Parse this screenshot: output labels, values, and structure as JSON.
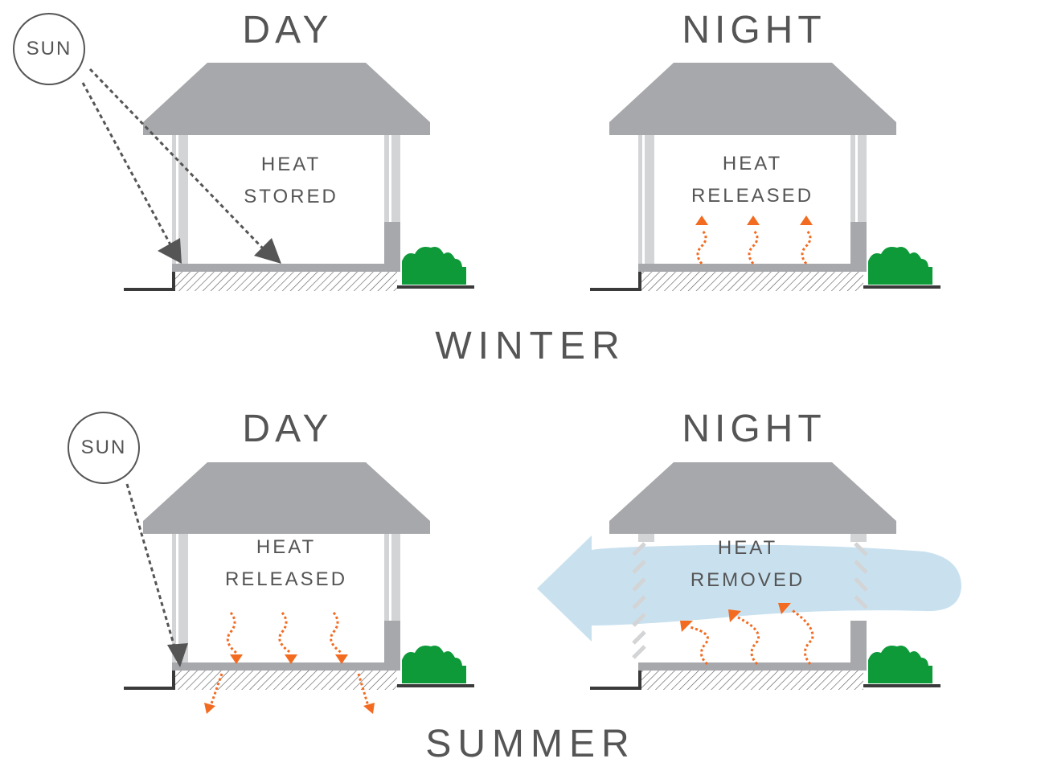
{
  "panels": {
    "winter_day": {
      "heading": "DAY",
      "line1": "HEAT",
      "line2": "STORED"
    },
    "winter_night": {
      "heading": "NIGHT",
      "line1": "HEAT",
      "line2": "RELEASED"
    },
    "summer_day": {
      "heading": "DAY",
      "line1": "HEAT",
      "line2": "RELEASED"
    },
    "summer_night": {
      "heading": "NIGHT",
      "line1": "HEAT",
      "line2": "REMOVED"
    }
  },
  "sun_label": "SUN",
  "seasons": {
    "winter": "WINTER",
    "summer": "SUMMER"
  },
  "colors": {
    "roof": "#a7a8ab",
    "wall": "#d3d4d6",
    "floor": "#a7a8ab",
    "ground": "#3a3a3a",
    "bush": "#0f9a3a",
    "heat_arrow": "#f26b21",
    "sun_ray": "#555555",
    "airflow": "#c9e1ef"
  }
}
